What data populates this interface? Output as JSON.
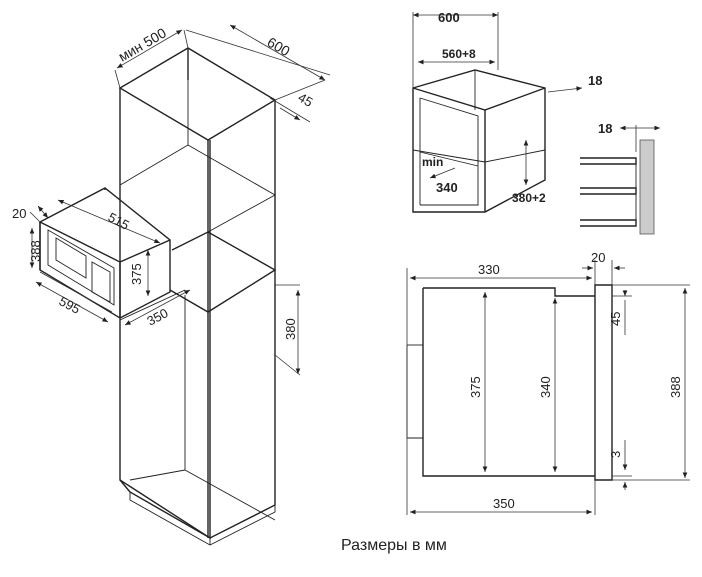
{
  "caption": "Размеры в мм",
  "iso_view": {
    "cabinet_depth": "мин 500",
    "cabinet_width": "600",
    "gap": "45",
    "niche_height": "380",
    "oven_width": "595",
    "oven_height": "388",
    "oven_frame": "20",
    "oven_inner_width": "515",
    "oven_inner_height": "375",
    "oven_depth": "350"
  },
  "niche_view": {
    "outer_width": "600",
    "inner_width": "560+8",
    "side_offset": "18",
    "min_label": "min",
    "min_depth": "340",
    "niche_height": "380+2"
  },
  "wall_detail": {
    "offset": "18"
  },
  "side_view": {
    "body_depth": "330",
    "frame": "20",
    "top_offset": "45",
    "body_height": "375",
    "inner_height": "340",
    "total_height": "388",
    "bottom_offset": "3",
    "total_depth": "350"
  }
}
